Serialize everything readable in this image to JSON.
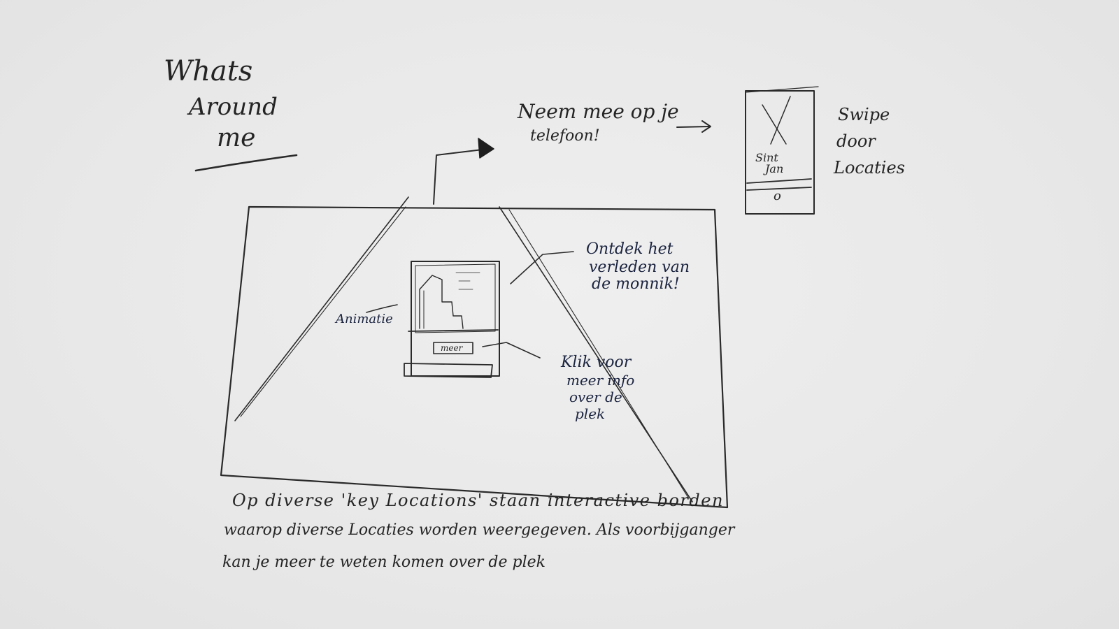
{
  "title": {
    "line1": "Whats",
    "line2": "Around",
    "line3": "me"
  },
  "phone_note": {
    "line1": "Neem mee op je",
    "line2": "telefoon!"
  },
  "phone": {
    "location_label_line1": "Sint",
    "location_label_line2": "Jan",
    "home_symbol": "o"
  },
  "swipe_note": {
    "line1": "Swipe",
    "line2": "door",
    "line3": "Locaties"
  },
  "board": {
    "button_label": "meer"
  },
  "annotations": {
    "animatie": "Animatie",
    "ontdek_line1": "Ontdek het",
    "ontdek_line2": "verleden van",
    "ontdek_line3": "de monnik!",
    "klik_line1": "Klik voor",
    "klik_line2": "meer info",
    "klik_line3": "over de",
    "klik_line4": "plek"
  },
  "description": {
    "line1": "Op diverse 'key Locations' staan interactive borden",
    "line2": "waarop diverse Locaties worden weergegeven. Als voorbijganger",
    "line3": "kan je meer te weten komen over de plek"
  },
  "colors": {
    "paper": "#e9e9e9",
    "pencil": "#2a2a2a",
    "pen_blue": "#1b2440"
  }
}
